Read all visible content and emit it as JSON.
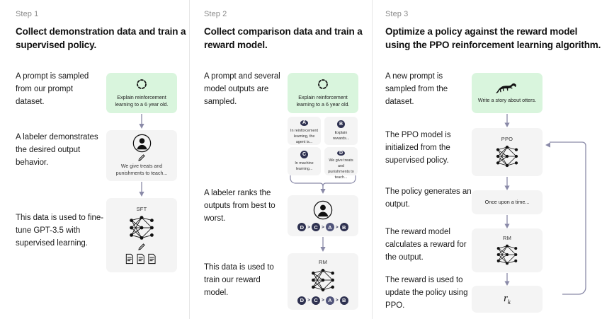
{
  "title": "InstructGPT / RLHF three-step training diagram",
  "columns": [
    {
      "step_label": "Step 1",
      "step_title": "Collect demonstration data and train a supervised policy.",
      "captions": [
        "A prompt is sampled from our prompt dataset.",
        "A labeler demonstrates the desired output behavior.",
        "This data is used to fine-tune GPT-3.5 with supervised learning."
      ],
      "nodes": [
        {
          "name": "prompt-box",
          "icon": "refresh-dashed-icon",
          "text": "Explain reinforcement learning to a 6 year old.",
          "color": "#d9f5dd"
        },
        {
          "name": "labeler-box",
          "icon": "person-circle-icon",
          "sub_icon": "pencil-icon",
          "text": "We give treats and punishments to teach...",
          "color": "#f4f4f4"
        },
        {
          "name": "sft-box",
          "label": "SFT",
          "icon": "neural-network-icon",
          "sub_icon": "pencil-icon",
          "extra_icon": "documents-icon",
          "color": "#f4f4f4"
        }
      ]
    },
    {
      "step_label": "Step 2",
      "step_title": "Collect comparison data and train a reward model.",
      "captions": [
        "A prompt and several model outputs are sampled.",
        "A labeler ranks the outputs from best to worst.",
        "This data is used to train our reward model."
      ],
      "nodes": [
        {
          "name": "prompt-box",
          "icon": "refresh-dashed-icon",
          "text": "Explain reinforcement learning to a 6 year old.",
          "color": "#d9f5dd"
        },
        {
          "name": "ranker-box",
          "icon": "person-circle-icon",
          "color": "#f4f4f4"
        },
        {
          "name": "rm-box",
          "label": "RM",
          "icon": "neural-network-icon",
          "color": "#f4f4f4"
        }
      ],
      "options": [
        {
          "badge": "A",
          "text": "In reinforcement learning, the agent is..."
        },
        {
          "badge": "B",
          "text": "Explain rewards..."
        },
        {
          "badge": "C",
          "text": "In machine learning..."
        },
        {
          "badge": "D",
          "text": "We give treats and punishments to teach..."
        }
      ],
      "ranking": [
        "D",
        "C",
        "A",
        "B"
      ],
      "ranking_separator": ">"
    },
    {
      "step_label": "Step 3",
      "step_title": "Optimize a policy against the reward model using the PPO reinforcement learning algorithm.",
      "captions": [
        "A new prompt is sampled from the dataset.",
        "The PPO model is initialized from the supervised policy.",
        "The policy generates an output.",
        "The reward model calculates a reward for the output.",
        "The reward is used to update the policy using PPO."
      ],
      "nodes": [
        {
          "name": "prompt-box",
          "icon": "otter-icon",
          "text": "Write a story about otters.",
          "color": "#d9f5dd"
        },
        {
          "name": "ppo-box",
          "label": "PPO",
          "icon": "neural-network-icon",
          "color": "#f4f4f4"
        },
        {
          "name": "output-box",
          "text": "Once upon a time...",
          "color": "#f4f4f4"
        },
        {
          "name": "rm-box",
          "label": "RM",
          "icon": "neural-network-icon",
          "color": "#f4f4f4"
        },
        {
          "name": "reward-box",
          "text": "r",
          "subscript": "k",
          "color": "#f4f4f4"
        }
      ]
    }
  ],
  "colors": {
    "prompt_green": "#d9f5dd",
    "box_gray": "#f4f4f4",
    "badge_navy": "#2e3150",
    "arrow": "#8a8aa8",
    "divider": "#e6e6e6",
    "step_label": "#8a8a8a"
  }
}
